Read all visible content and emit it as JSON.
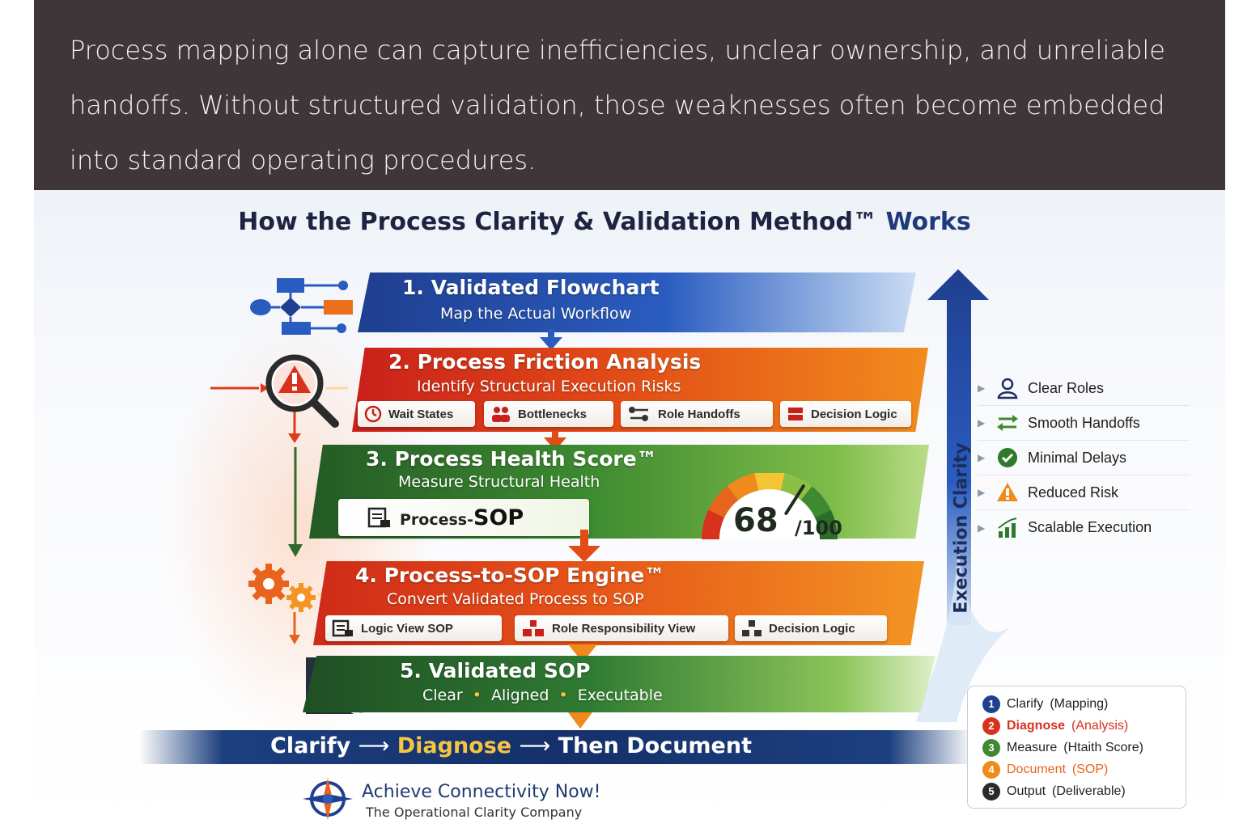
{
  "intro": {
    "lines": [
      "Process mapping alone can capture inefficiencies, unclear ownership, and unreliable",
      "handoffs. Without structured validation, those weaknesses often become embedded",
      "into standard operating procedures."
    ]
  },
  "title": {
    "main": "How the Process Clarity & Validation Method™",
    "end": "Works"
  },
  "steps": [
    {
      "title": "1. Validated Flowchart",
      "subtitle": "Map the Actual Workflow"
    },
    {
      "title": "2. Process Friction Analysis",
      "subtitle": "Identify Structural Execution Risks",
      "chips": [
        "Wait States",
        "Bottlenecks",
        "Role Handoffs",
        "Decision Logic"
      ]
    },
    {
      "title": "3. Process Health Score™",
      "subtitle": "Measure Structural Health",
      "box_label": "Process-",
      "box_sop": "SOP",
      "score": "68",
      "score_max": "/100",
      "score_fraction": 0.68
    },
    {
      "title": "4. Process-to-SOP Engine™",
      "subtitle": "Convert Validated Process to SOP",
      "chips": [
        "Logic View SOP",
        "Role Responsibility View",
        "Decision Logic"
      ]
    },
    {
      "title": "5. Validated SOP",
      "subtitle_parts": [
        "Clear",
        "Aligned",
        "Executable"
      ],
      "bullet": "•"
    }
  ],
  "bottom_banner": {
    "clarify": "Clarify",
    "diagnose": "Diagnose",
    "document": "Then Document",
    "arrow": "⟶"
  },
  "brand": {
    "name": "Achieve Connectivity Now!",
    "tagline": "The Operational Clarity Company"
  },
  "execution_label": "Execution Clarity",
  "benefits": [
    {
      "label": "Clear Roles",
      "icon": "user-icon"
    },
    {
      "label": "Smooth Handoffs",
      "icon": "swap-arrows-icon"
    },
    {
      "label": "Minimal Delays",
      "icon": "check-circle-icon"
    },
    {
      "label": "Reduced Risk",
      "icon": "warning-icon"
    },
    {
      "label": "Scalable Execution",
      "icon": "growth-chart-icon"
    }
  ],
  "legend": [
    {
      "num": "1",
      "label": "Clarify",
      "detail": "(Mapping)",
      "color": "#1f3f8f",
      "text_color": "#222222"
    },
    {
      "num": "2",
      "label": "Diagnose",
      "detail": "(Analysis)",
      "color": "#d8321e",
      "text_color": "#d8321e"
    },
    {
      "num": "3",
      "label": "Measure",
      "detail": "(Htaith Score)",
      "color": "#3d8a30",
      "text_color": "#222222"
    },
    {
      "num": "4",
      "label": "Document",
      "detail": "(SOP)",
      "color": "#f08a1c",
      "text_color": "#e8631c"
    },
    {
      "num": "5",
      "label": "Output",
      "detail": "(Deliverable)",
      "color": "#2b2b2b",
      "text_color": "#222222"
    }
  ],
  "colors": {
    "header_bg": "#3e3638",
    "blue": "#1f3f8f",
    "red": "#d8321e",
    "green": "#3d8a30",
    "orange": "#f08a1c",
    "gold": "#f6c443"
  }
}
